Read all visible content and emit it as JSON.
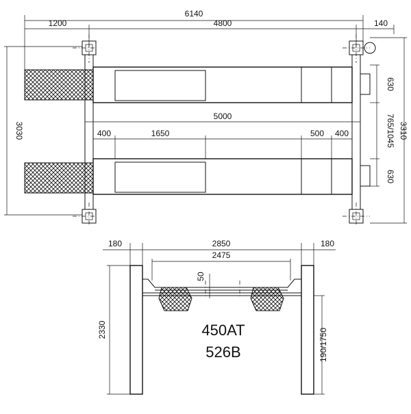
{
  "top_view": {
    "overall_length": "6140",
    "front_overhang": "1200",
    "column_spacing": "4800",
    "rear_overhang": "140",
    "width_between_columns": "3030",
    "overall_width": "3310",
    "runway_width_top": "630",
    "runway_width_bottom": "630",
    "runway_gap": "765/1045",
    "runway_length": "5000",
    "jack_left_offset": "400",
    "jack_left_length": "1650",
    "jack_right_length": "500",
    "jack_right_offset": "400"
  },
  "front_view": {
    "left_column_width": "180",
    "column_centres": "2850",
    "right_column_width": "180",
    "inner_clear_width": "2475",
    "runway_thickness": "50",
    "column_height": "2330",
    "lift_height": "190/1750"
  },
  "model": {
    "line1": "450AT",
    "line2": "526B"
  },
  "colors": {
    "line": "#111111",
    "background": "#ffffff"
  }
}
